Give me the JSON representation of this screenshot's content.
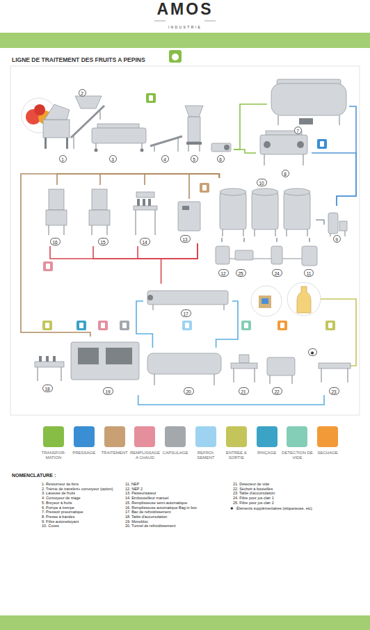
{
  "diagram": {
    "title": "LIGNE DE TRAITEMENT DES FRUITS A PEPINS",
    "nodes": [
      {
        "text": [
          "1"
        ]
      },
      {
        "text": [
          "2"
        ]
      },
      {
        "text": [
          "3"
        ]
      },
      {
        "text": [
          "4"
        ]
      },
      {
        "text": [
          "5"
        ]
      },
      {
        "text": [
          "6"
        ]
      },
      {
        "text": [
          "7"
        ]
      },
      {
        "text": [
          "8"
        ]
      },
      {
        "text": [
          "16"
        ]
      },
      {
        "text": [
          "15"
        ]
      },
      {
        "text": [
          "14"
        ]
      },
      {
        "text": [
          "13"
        ]
      },
      {
        "text": [
          "10"
        ]
      },
      {
        "text": [
          "9"
        ]
      },
      {
        "text": [
          "12"
        ]
      },
      {
        "text": [
          "25"
        ]
      },
      {
        "text": [
          "24"
        ]
      },
      {
        "text": [
          "11"
        ]
      },
      {
        "text": [
          "17"
        ]
      },
      {
        "text": [
          "✱"
        ]
      },
      {
        "text": [
          "18"
        ]
      },
      {
        "text": [
          "19"
        ]
      },
      {
        "text": [
          "20"
        ]
      },
      {
        "text": [
          "21"
        ]
      },
      {
        "text": [
          "22"
        ]
      },
      {
        "text": [
          "23"
        ]
      }
    ],
    "edges": [
      {
        "from": 5,
        "to": 6,
        "arrow": "none"
      },
      {
        "from": 5,
        "to": 7,
        "arrow": "none"
      },
      {
        "from": 6,
        "to": 13,
        "arrow": "none"
      },
      {
        "from": 7,
        "to": 13,
        "arrow": "none"
      },
      {
        "from": 13,
        "to": 12,
        "arrow": "none"
      },
      {
        "from": 12,
        "to": 11,
        "arrow": "none"
      },
      {
        "from": 12,
        "to": 10,
        "arrow": "none"
      },
      {
        "from": 12,
        "to": 9,
        "arrow": "none"
      },
      {
        "from": 12,
        "to": 8,
        "arrow": "none"
      },
      {
        "from": 12,
        "to": 21,
        "arrow": "none"
      },
      {
        "from": 11,
        "to": 10,
        "arrow": "none"
      },
      {
        "from": 11,
        "to": 9,
        "arrow": "none"
      },
      {
        "from": 11,
        "to": 8,
        "arrow": "none"
      },
      {
        "from": 11,
        "to": 18,
        "arrow": "none"
      },
      {
        "from": 18,
        "to": 22,
        "arrow": "none"
      },
      {
        "from": 22,
        "to": 18,
        "arrow": "none"
      },
      {
        "from": 21,
        "to": 25,
        "arrow": "none"
      },
      {
        "from": 17,
        "to": 12,
        "arrow": "none"
      },
      {
        "from": 14,
        "to": 12,
        "arrow": "none"
      },
      {
        "from": 15,
        "to": 12,
        "arrow": "none"
      },
      {
        "from": 16,
        "to": 12,
        "arrow": "none"
      }
    ],
    "labels": [
      "AMOS",
      "INDUSTRIE",
      "NOMENCLATURE :",
      "1. Retourneur de bins",
      "2. Trémie de transfert+ convoyeur (option)",
      "3. Laveuse de fruits",
      "4. Convoyeur de triage",
      "5. Broyeur à fruits",
      "6. Pompe à trempe",
      "7. Pressoir pneumatique",
      "8. Presse à bandes",
      "9. Filtre autonettoyant",
      "10. Cuves",
      "11. NEP",
      "12. NEP 2",
      "13. Pasteurisateur",
      "14. Embouteilleur manuel",
      "15. Remplisseuse semi-automatique",
      "16. Remplisseuse automatique Bag in box",
      "17. Bac de refroidissement",
      "18. Table d'accumulation",
      "19. Monobloc",
      "20. Tunnel de refroidissement",
      "21. Détecteur de vide",
      "22. Séchoir à bouteilles",
      "23. Table d'accumulation",
      "24. Filtre pour jus clair 1",
      "25. Filtre pour jus clair 2",
      "✱",
      "Éléments supplémentaires (étiqueteuse, etc)"
    ],
    "legend": [
      {
        "text": "TRANSFOR- MATION",
        "color": "#86bd45"
      },
      {
        "text": "PRESSAGE",
        "color": "#3a8ed3"
      },
      {
        "text": "TRAITEMENT",
        "color": "#c9a074"
      },
      {
        "text": "REMPLISSAGE A CHAUD",
        "color": "#e58f9d"
      },
      {
        "text": "CAPSULAGE",
        "color": "#a3a8ad"
      },
      {
        "text": "REFROI- SEMENT",
        "color": "#9dd3f1"
      },
      {
        "text": "ENTREE & SORTIE",
        "color": "#c3c55a"
      },
      {
        "text": "RINÇAGE",
        "color": "#3aa3c6"
      },
      {
        "text": "DETECTION DE VIDE",
        "color": "#84cdb6"
      },
      {
        "text": "SECHAGE",
        "color": "#f29a38"
      }
    ]
  }
}
